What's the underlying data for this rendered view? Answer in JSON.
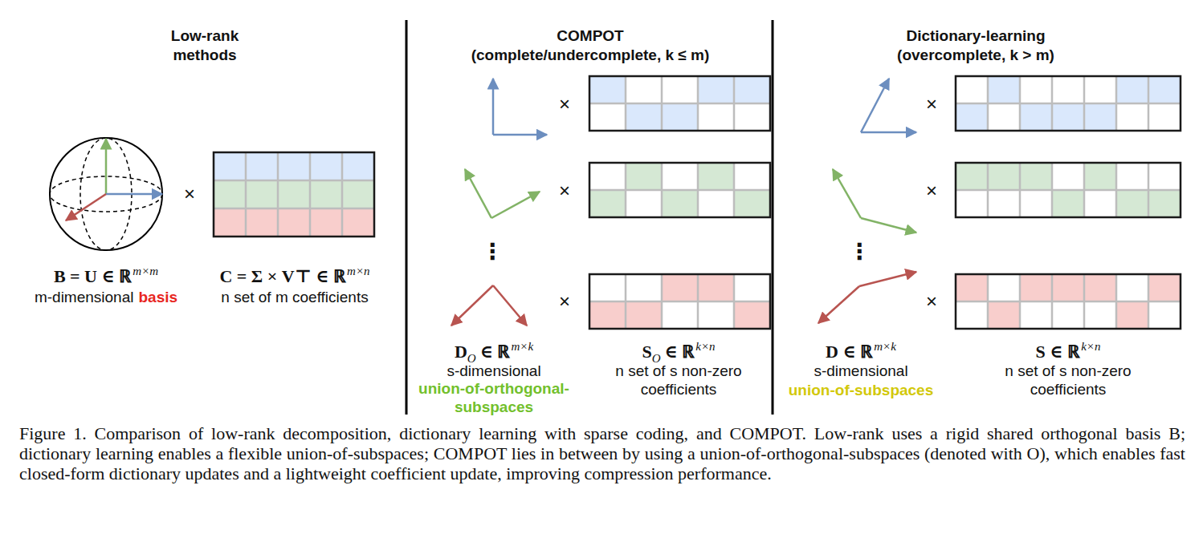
{
  "diagram": {
    "caption": "Figure 1. Comparison of low-rank decomposition, dictionary learning with sparse coding, and COMPOT. Low-rank uses a rigid shared orthogonal basis B; dictionary learning enables a flexible union-of-subspaces; COMPOT lies in between by using a union-of-orthogonal-subspaces (denoted with O), which enables fast closed-form dictionary updates and a lightweight coefficient update, improving compression performance.",
    "labels": [
      "Low-rank",
      "methods",
      "COMPOT",
      "(complete/undercomplete, k ≤ m)",
      "Dictionary-learning",
      "(overcomplete, k > m)",
      "×",
      "B = U ∈ ℝ",
      "m×m",
      "m-dimensional",
      "basis",
      "C = Σ × V⊤ ∈ ℝ",
      "m×n",
      "n set of m coefficients",
      "×",
      "×",
      "⋮",
      "×",
      "D",
      "O",
      "∈ ℝ",
      "m×k",
      "s-dimensional",
      "union-of-orthogonal-subspaces",
      "S",
      "O",
      "∈ ℝ",
      "k×n",
      "n set of s non-zero coefficients",
      "×",
      "×",
      "⋮",
      "×",
      "D ∈ ℝ",
      "m×k",
      "s-dimensional",
      "union-of-subspaces",
      "S ∈ ℝ",
      "k×n",
      "n set of s non-zero coefficients"
    ]
  }
}
